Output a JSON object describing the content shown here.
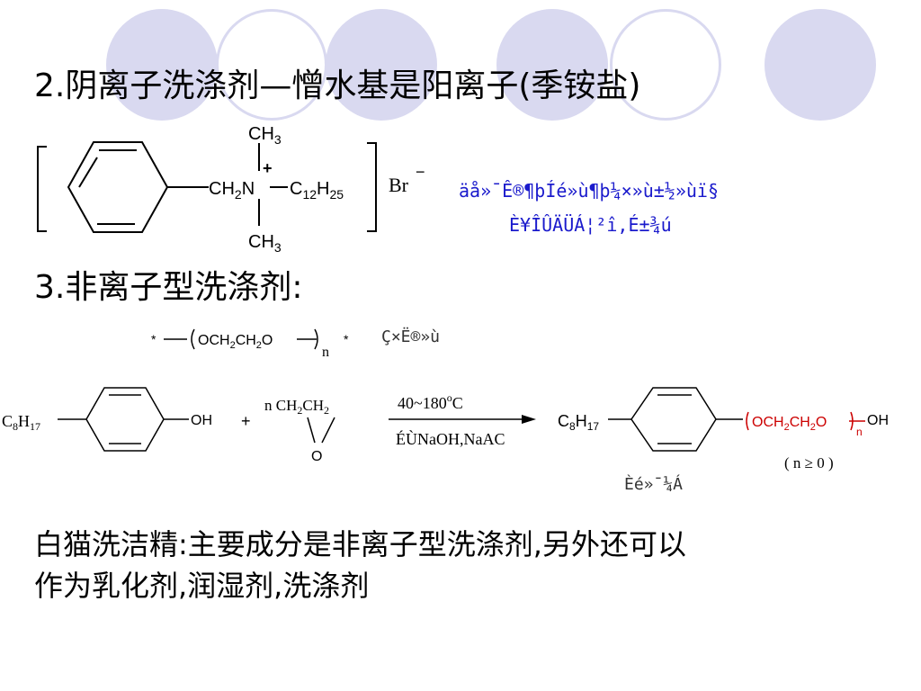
{
  "slide": {
    "heading_2": "2.阴离子洗涤剂—憎水基是阳离子(季铵盐)",
    "heading_3": "3.非离子型洗涤剂:",
    "paragraph_lines": [
      "白猫洗洁精:主要成分是非离子型洗涤剂,另外还可以",
      "作为乳化剂,润湿剂,洗涤剂"
    ]
  },
  "quat_salt": {
    "ch3_top": "CH3",
    "ch2n": "CH2N",
    "charge": "+",
    "chain": "C12H25",
    "anion": "Br",
    "anion_charge": "−",
    "ch3_bottom": "CH3",
    "garbled_line1": "äå»¯Ê®¶þÍé»ù¶þ¼×»ù±½»ùï§",
    "garbled_line2": "È¥ÎÛÄÜÁ¦²î,É±¾ú"
  },
  "polyether": {
    "star_left": "*",
    "repeat_unit": "OCH2CH2O",
    "subscript": "n",
    "star_right": "*",
    "garbled_label": "Ç×Ë®»ù"
  },
  "reaction": {
    "reactant1_group": "C8H17",
    "reactant1_oh": "OH",
    "plus": "+",
    "reactant2": "n CH2CH2",
    "reactant2_o": "O",
    "condition_top": "40~180oC",
    "condition_bottom": "ÉÙNaOH,NaAC",
    "product_group": "C8H17",
    "product_unit": "OCH2CH2O",
    "product_n": "n",
    "product_oh": "OH",
    "product_range": "( n ≥ 0 )",
    "garbled_label": "Èé»¯¼Á"
  },
  "colors": {
    "accent_circle": "#d9d9f0",
    "garbled_text": "#1a1acc",
    "highlight_red": "#cc0000"
  }
}
